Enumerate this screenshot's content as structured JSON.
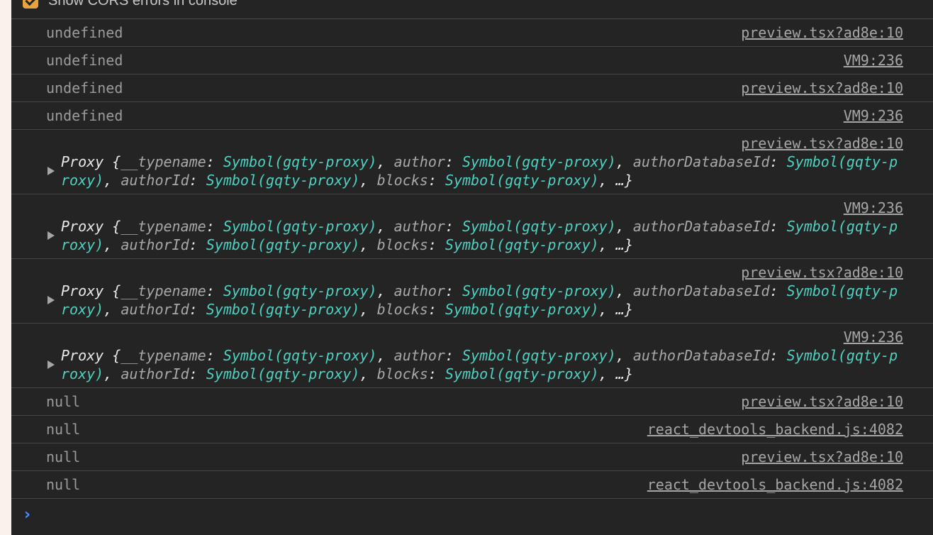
{
  "settings": {
    "cors_label": "Show CORS errors in console"
  },
  "proxy_fields": [
    {
      "key": "__typename",
      "value": "Symbol(gqty-proxy)"
    },
    {
      "key": "author",
      "value": "Symbol(gqty-proxy)"
    },
    {
      "key": "authorDatabaseId",
      "value": "Symbol(gqty-proxy)"
    },
    {
      "key": "authorId",
      "value": "Symbol(gqty-proxy)"
    },
    {
      "key": "blocks",
      "value": "Symbol(gqty-proxy)"
    }
  ],
  "messages": [
    {
      "type": "text",
      "value": "undefined",
      "source": "preview.tsx?ad8e:10"
    },
    {
      "type": "text",
      "value": "undefined",
      "source": "VM9:236"
    },
    {
      "type": "text",
      "value": "undefined",
      "source": "preview.tsx?ad8e:10"
    },
    {
      "type": "text",
      "value": "undefined",
      "source": "VM9:236"
    },
    {
      "type": "object",
      "label": "Proxy",
      "source": "preview.tsx?ad8e:10",
      "ellipsis": "…"
    },
    {
      "type": "object",
      "label": "Proxy",
      "source": "VM9:236",
      "ellipsis": "…"
    },
    {
      "type": "object",
      "label": "Proxy",
      "source": "preview.tsx?ad8e:10",
      "ellipsis": "…"
    },
    {
      "type": "object",
      "label": "Proxy",
      "source": "VM9:236",
      "ellipsis": "…"
    },
    {
      "type": "text",
      "value": "null",
      "source": "preview.tsx?ad8e:10"
    },
    {
      "type": "text",
      "value": "null",
      "source": "react_devtools_backend.js:4082"
    },
    {
      "type": "text",
      "value": "null",
      "source": "preview.tsx?ad8e:10"
    },
    {
      "type": "text",
      "value": "null",
      "source": "react_devtools_backend.js:4082"
    }
  ],
  "prompt": {
    "icon": "prompt-chevron-icon",
    "glyph": "›"
  },
  "colors": {
    "background": "#242424",
    "string_value": "#4fd1c1",
    "prompt": "#4f8ef7",
    "checkbox": "#e8a33c"
  }
}
